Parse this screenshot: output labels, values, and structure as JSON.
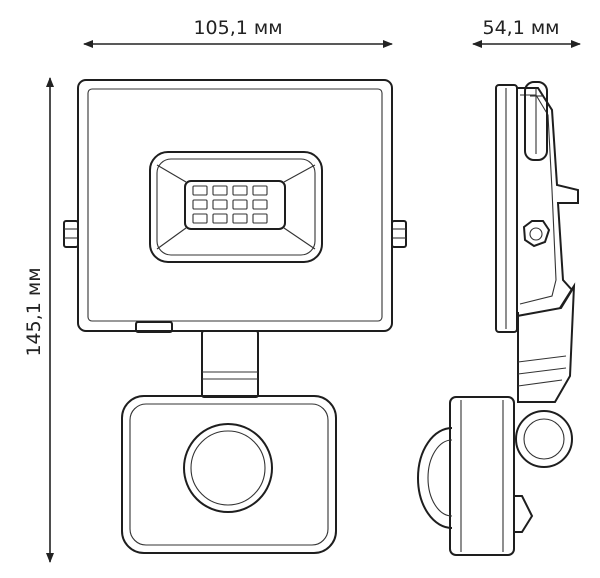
{
  "dimensions": {
    "width_label": "105,1 мм",
    "depth_label": "54,1 мм",
    "height_label": "145,1 мм"
  },
  "colors": {
    "line": "#222222",
    "background": "#ffffff"
  }
}
